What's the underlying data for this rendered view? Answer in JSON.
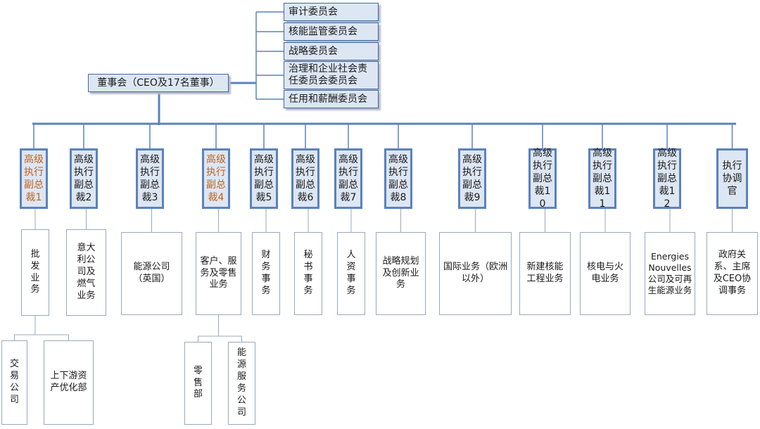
{
  "board": {
    "label": "董事会（CEO及17名董事）"
  },
  "committees": [
    "审计委员会",
    "核能监管委员会",
    "战略委员会",
    "治理和企业社会责任委员会委员会",
    "任用和薪酬委员会"
  ],
  "execs": [
    {
      "label": "高级执行副总裁1",
      "highlight": true,
      "dept": "批发业务",
      "subs": [
        "交易公司",
        "上下游资产优化部"
      ]
    },
    {
      "label": "高级执行副总裁2",
      "highlight": false,
      "dept": "意大利公司及燃气业务"
    },
    {
      "label": "高级执行副总裁3",
      "highlight": false,
      "dept": "能源公司（英国）"
    },
    {
      "label": "高级执行副总裁4",
      "highlight": true,
      "dept": "客户、服务及零售业务",
      "subs": [
        "零售部",
        "能源服务公司"
      ]
    },
    {
      "label": "高级执行副总裁5",
      "highlight": false,
      "dept": "财务事务"
    },
    {
      "label": "高级执行副总裁6",
      "highlight": false,
      "dept": "秘书事务"
    },
    {
      "label": "高级执行副总裁7",
      "highlight": false,
      "dept": "人资事务"
    },
    {
      "label": "高级执行副总裁8",
      "highlight": false,
      "dept": "战略规划及创新业务"
    },
    {
      "label": "高级执行副总裁9",
      "highlight": false,
      "dept": "国际业务（欧洲以外）"
    },
    {
      "label": "高级执行副总裁10",
      "highlight": false,
      "dept": "新建核能工程业务"
    },
    {
      "label": "高级执行副总裁11",
      "highlight": false,
      "dept": "核电与火电业务"
    },
    {
      "label": "高级执行副总裁12",
      "highlight": false,
      "dept": "Energies Nouvelles公司及可再生能源业务"
    },
    {
      "label": "执行协调官",
      "highlight": false,
      "dept": "政府关系、主席及CEO协调事务"
    }
  ],
  "colors": {
    "line": "#5b82bd",
    "thin_line": "#9ba8bb",
    "highlight": "#c0631f"
  }
}
